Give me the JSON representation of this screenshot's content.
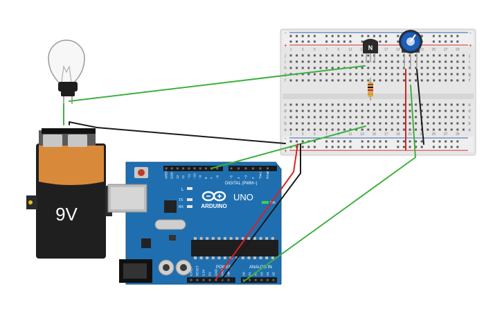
{
  "battery": {
    "label": "9V"
  },
  "transistor": {
    "label": "N"
  },
  "arduino": {
    "brand": "ARDUINO",
    "model": "UNO",
    "digital_header": "DIGITAL (PWM~)",
    "tx_label": "TX",
    "rx_label": "RX",
    "led_l": "L",
    "led_on": "ON",
    "power_label": "POWER",
    "analog_label": "ANALOG IN",
    "top_pins": [
      "AREF",
      "GND",
      "13",
      "12",
      "~11",
      "~10",
      "~9",
      "8",
      "7",
      "~6",
      "~5",
      "4",
      "~3",
      "2",
      "TX▸1",
      "RX◂0"
    ],
    "power_pins": [
      "IOREF",
      "RESET",
      "3.3V",
      "5V",
      "GND",
      "GND",
      "Vin"
    ],
    "analog_pins": [
      "A0",
      "A1",
      "A2",
      "A3",
      "A4",
      "A5"
    ]
  },
  "breadboard": {
    "row_letters_top": [
      "j",
      "i",
      "h",
      "g",
      "f"
    ],
    "row_letters_bottom": [
      "e",
      "d",
      "c",
      "b",
      "a"
    ],
    "column_numbers": [
      "1",
      "3",
      "5",
      "7",
      "9",
      "11",
      "13",
      "15",
      "17",
      "19",
      "21",
      "23",
      "25",
      "27",
      "29"
    ],
    "rail_plus": "+",
    "rail_minus": "-"
  },
  "colors": {
    "wire_green": "#3db13d",
    "wire_red": "#d62222",
    "wire_black": "#1a1a1a",
    "board_blue": "#1f6fb0",
    "battery_orange": "#d9893a",
    "pot_blue": "#1e5fb5"
  }
}
